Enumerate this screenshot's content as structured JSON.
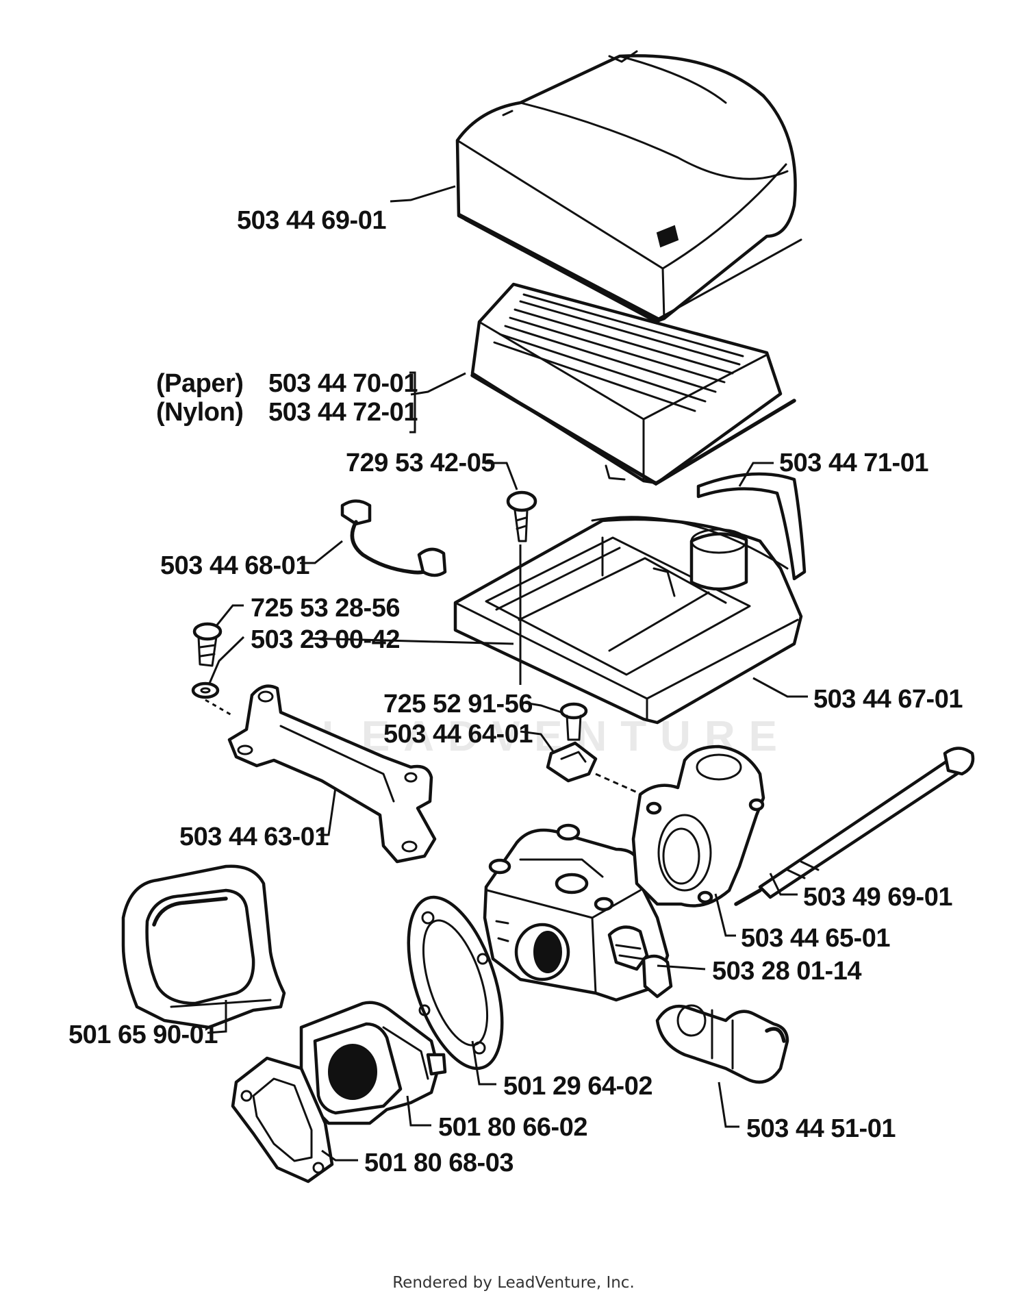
{
  "parts": [
    {
      "label": "503 44 69-01"
    },
    {
      "label": "(Paper)"
    },
    {
      "label": "503 44 70-01"
    },
    {
      "label": "(Nylon)"
    },
    {
      "label": "503 44 72-01"
    },
    {
      "label": "729 53 42-05"
    },
    {
      "label": "503 44 71-01"
    },
    {
      "label": "503 44 68-01"
    },
    {
      "label": "725 53 28-56"
    },
    {
      "label": "503 23 00-42"
    },
    {
      "label": "725 52 91-56"
    },
    {
      "label": "503 44 64-01"
    },
    {
      "label": "503 44 67-01"
    },
    {
      "label": "503 44 63-01"
    },
    {
      "label": "503 49 69-01"
    },
    {
      "label": "503 44 65-01"
    },
    {
      "label": "503 28 01-14"
    },
    {
      "label": "501 65 90-01"
    },
    {
      "label": "501 29 64-02"
    },
    {
      "label": "501 80 66-02"
    },
    {
      "label": "503 44 51-01"
    },
    {
      "label": "501 80 68-03"
    }
  ],
  "watermark": "LEADVENTURE",
  "footer": "Rendered by LeadVenture, Inc."
}
